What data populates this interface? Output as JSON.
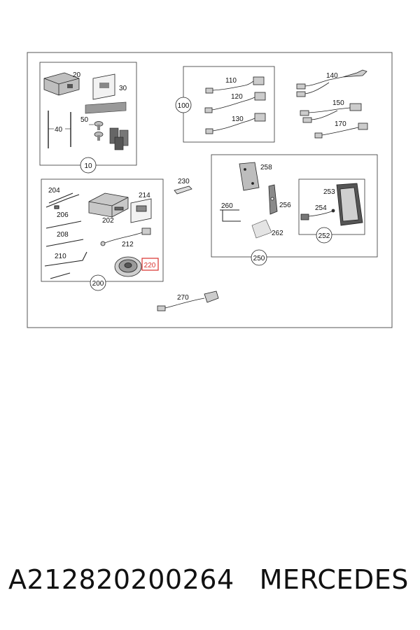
{
  "diagram": {
    "groups": {
      "g10": "10",
      "g100": "100",
      "g200": "200",
      "g250": "250",
      "g252": "252"
    },
    "parts": {
      "p20": "20",
      "p30": "30",
      "p40": "40",
      "p50": "50",
      "p110": "110",
      "p120": "120",
      "p130": "130",
      "p140": "140",
      "p150": "150",
      "p170": "170",
      "p204": "204",
      "p206": "206",
      "p208": "208",
      "p210": "210",
      "p202": "202",
      "p214": "214",
      "p212": "212",
      "p220": "220",
      "p230": "230",
      "p258": "258",
      "p256": "256",
      "p260": "260",
      "p262": "262",
      "p253": "253",
      "p254": "254",
      "p270": "270"
    },
    "highlight_color": "#d9302c"
  },
  "caption": {
    "part_number": "A212820200264",
    "brand": "MERCEDES"
  }
}
